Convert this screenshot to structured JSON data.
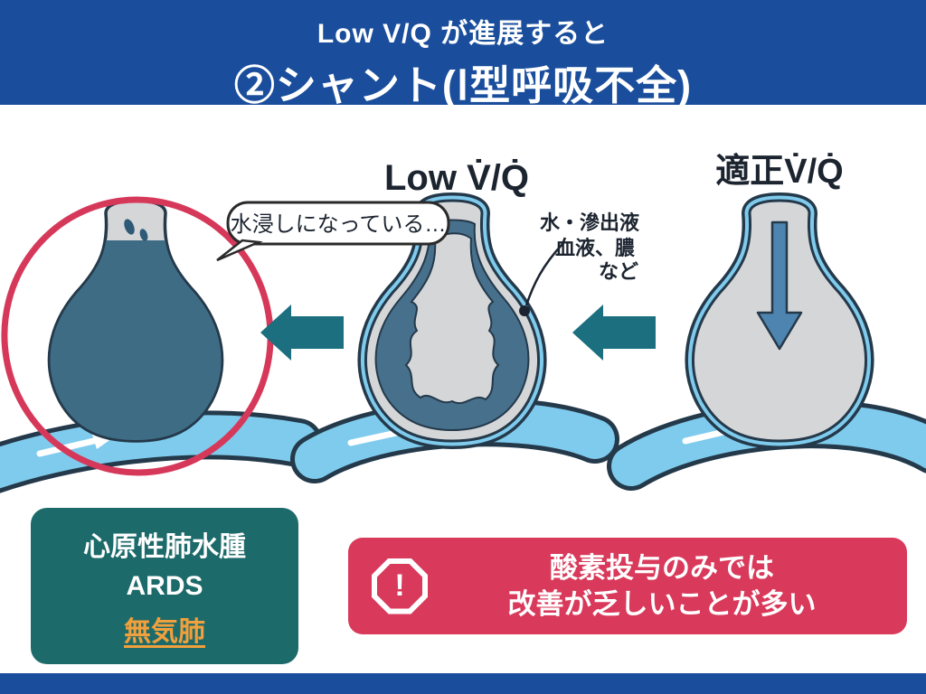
{
  "header": {
    "line1": "Low V/Q が進展すると",
    "line2": "②シャント(Ⅰ型呼吸不全)"
  },
  "diagram": {
    "normal_label": "適正V̇/Q̇",
    "low_label": "Low V̇/Q̇",
    "speech_bubble": "水浸しになっている…",
    "annotation": {
      "line1": "水・滲出液",
      "line2": "血液、膿",
      "line3": "など"
    }
  },
  "causes_box": {
    "line1": "心原性肺水腫",
    "line2": "ARDS",
    "line3": "無気肺"
  },
  "warning_box": {
    "icon_glyph": "!",
    "line1": "酸素投与のみでは",
    "line2": "改善が乏しいことが多い"
  },
  "colors": {
    "header_blue": "#1a4e9c",
    "teal_box": "#1d6a6a",
    "warning_red": "#d9395a",
    "accent_orange": "#f0a03c",
    "arrow_teal": "#1b6f7f",
    "capillary_blue": "#7fcbed",
    "fluid_blue": "#3e6c85",
    "outline_dark": "#24394a",
    "highlight_red": "#d6385a"
  }
}
